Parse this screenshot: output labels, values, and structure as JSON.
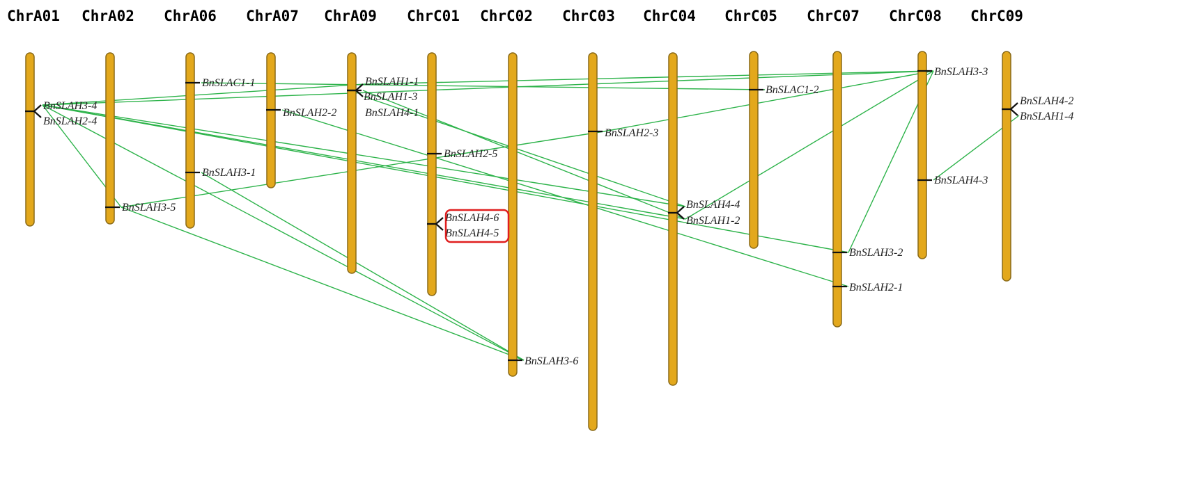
{
  "colors": {
    "chromosome": "#E3A81C",
    "chromosome_edge": "#8a6a18",
    "link": "#2db34a",
    "tick": "#111111",
    "highlight": "#e01e1e"
  },
  "chromosomes": [
    {
      "id": "A01",
      "name": "ChrA01"
    },
    {
      "id": "A02",
      "name": "ChrA02"
    },
    {
      "id": "A06",
      "name": "ChrA06"
    },
    {
      "id": "A07",
      "name": "ChrA07"
    },
    {
      "id": "A09",
      "name": "ChrA09"
    },
    {
      "id": "C01",
      "name": "ChrC01"
    },
    {
      "id": "C02",
      "name": "ChrC02"
    },
    {
      "id": "C03",
      "name": "ChrC03"
    },
    {
      "id": "C04",
      "name": "ChrC04"
    },
    {
      "id": "C05",
      "name": "ChrC05"
    },
    {
      "id": "C07",
      "name": "ChrC07"
    },
    {
      "id": "C08",
      "name": "ChrC08"
    },
    {
      "id": "C09",
      "name": "ChrC09"
    }
  ],
  "genes": [
    {
      "id": "BnSLAH3-4",
      "label": "BnSLAH3-4",
      "chr": "A01"
    },
    {
      "id": "BnSLAH2-4",
      "label": "BnSLAH2-4",
      "chr": "A01"
    },
    {
      "id": "BnSLAH3-5",
      "label": "BnSLAH3-5",
      "chr": "A02"
    },
    {
      "id": "BnSLAC1-1",
      "label": "BnSLAC1-1",
      "chr": "A06"
    },
    {
      "id": "BnSLAH3-1",
      "label": "BnSLAH3-1",
      "chr": "A06"
    },
    {
      "id": "BnSLAH2-2",
      "label": "BnSLAH2-2",
      "chr": "A07"
    },
    {
      "id": "BnSLAH1-1",
      "label": "BnSLAH1-1",
      "chr": "A09"
    },
    {
      "id": "BnSLAH1-3",
      "label": "BnSLAH1-3",
      "chr": "A09"
    },
    {
      "id": "BnSLAH4-1",
      "label": "BnSLAH4-1",
      "chr": "A09"
    },
    {
      "id": "BnSLAH2-5",
      "label": "BnSLAH2-5",
      "chr": "C01"
    },
    {
      "id": "BnSLAH4-6",
      "label": "BnSLAH4-6",
      "chr": "C01",
      "highlighted": true
    },
    {
      "id": "BnSLAH4-5",
      "label": "BnSLAH4-5",
      "chr": "C01",
      "highlighted": true
    },
    {
      "id": "BnSLAH3-6",
      "label": "BnSLAH3-6",
      "chr": "C02"
    },
    {
      "id": "BnSLAH2-3",
      "label": "BnSLAH2-3",
      "chr": "C03"
    },
    {
      "id": "BnSLAH4-4",
      "label": "BnSLAH4-4",
      "chr": "C04"
    },
    {
      "id": "BnSLAH1-2",
      "label": "BnSLAH1-2",
      "chr": "C04"
    },
    {
      "id": "BnSLAC1-2",
      "label": "BnSLAC1-2",
      "chr": "C05"
    },
    {
      "id": "BnSLAH3-2",
      "label": "BnSLAH3-2",
      "chr": "C07"
    },
    {
      "id": "BnSLAH2-1",
      "label": "BnSLAH2-1",
      "chr": "C07"
    },
    {
      "id": "BnSLAH3-3",
      "label": "BnSLAH3-3",
      "chr": "C08"
    },
    {
      "id": "BnSLAH4-3",
      "label": "BnSLAH4-3",
      "chr": "C08"
    },
    {
      "id": "BnSLAH4-2",
      "label": "BnSLAH4-2",
      "chr": "C09"
    },
    {
      "id": "BnSLAH1-4",
      "label": "BnSLAH1-4",
      "chr": "C09"
    }
  ],
  "links": [
    [
      "BnSLAH3-4",
      "BnSLAH3-3"
    ],
    [
      "BnSLAH3-4",
      "BnSLAH1-1"
    ],
    [
      "BnSLAH3-4",
      "BnSLAH4-4"
    ],
    [
      "BnSLAH3-4",
      "BnSLAH1-2"
    ],
    [
      "BnSLAH3-4",
      "BnSLAH3-6"
    ],
    [
      "BnSLAH3-4",
      "BnSLAH3-5"
    ],
    [
      "BnSLAH3-4",
      "BnSLAH3-2"
    ],
    [
      "BnSLAC1-1",
      "BnSLAC1-2"
    ],
    [
      "BnSLAH1-1",
      "BnSLAH3-3"
    ],
    [
      "BnSLAH1-3",
      "BnSLAH1-2"
    ],
    [
      "BnSLAH4-1",
      "BnSLAH4-4"
    ],
    [
      "BnSLAH2-2",
      "BnSLAH2-1"
    ],
    [
      "BnSLAH3-5",
      "BnSLAH2-3"
    ],
    [
      "BnSLAH3-5",
      "BnSLAH3-6"
    ],
    [
      "BnSLAH2-3",
      "BnSLAH3-3"
    ],
    [
      "BnSLAH3-3",
      "BnSLAH1-2"
    ],
    [
      "BnSLAH3-3",
      "BnSLAH3-2"
    ],
    [
      "BnSLAH4-3",
      "BnSLAH1-4"
    ],
    [
      "BnSLAH3-1",
      "BnSLAH3-6"
    ]
  ]
}
